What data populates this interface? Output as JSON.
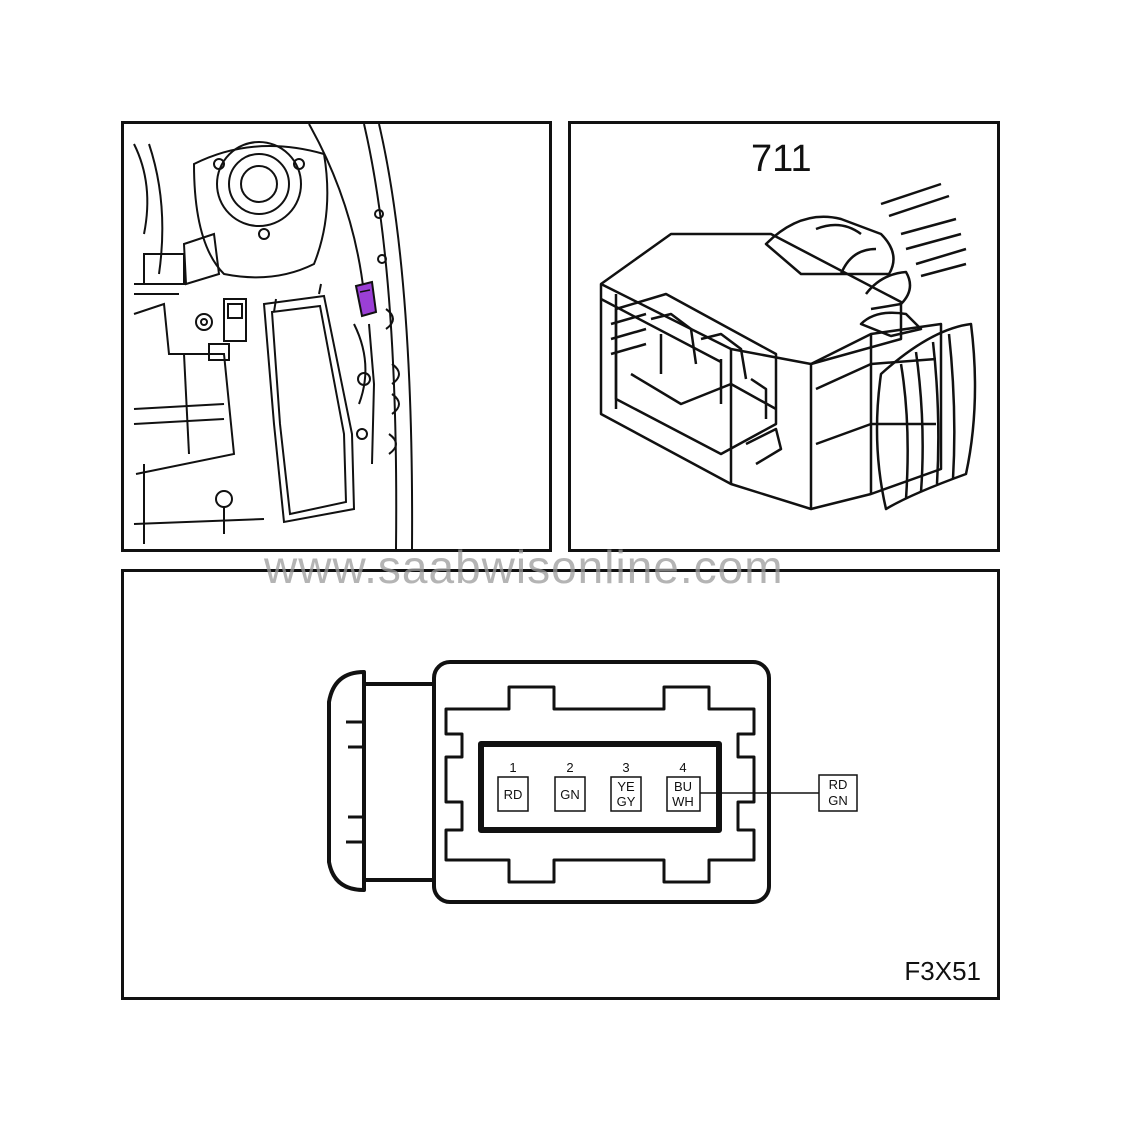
{
  "connector_number": "711",
  "figure_code": "F3X51",
  "watermark": "www.saabwisonline.com",
  "highlight_color": "#9b3fd6",
  "pins": [
    {
      "number": "1",
      "wire_top": "RD",
      "wire_bottom": ""
    },
    {
      "number": "2",
      "wire_top": "GN",
      "wire_bottom": ""
    },
    {
      "number": "3",
      "wire_top": "YE",
      "wire_bottom": "GY"
    },
    {
      "number": "4",
      "wire_top": "BU",
      "wire_bottom": "WH"
    }
  ],
  "callout": {
    "top": "RD",
    "bottom": "GN"
  }
}
